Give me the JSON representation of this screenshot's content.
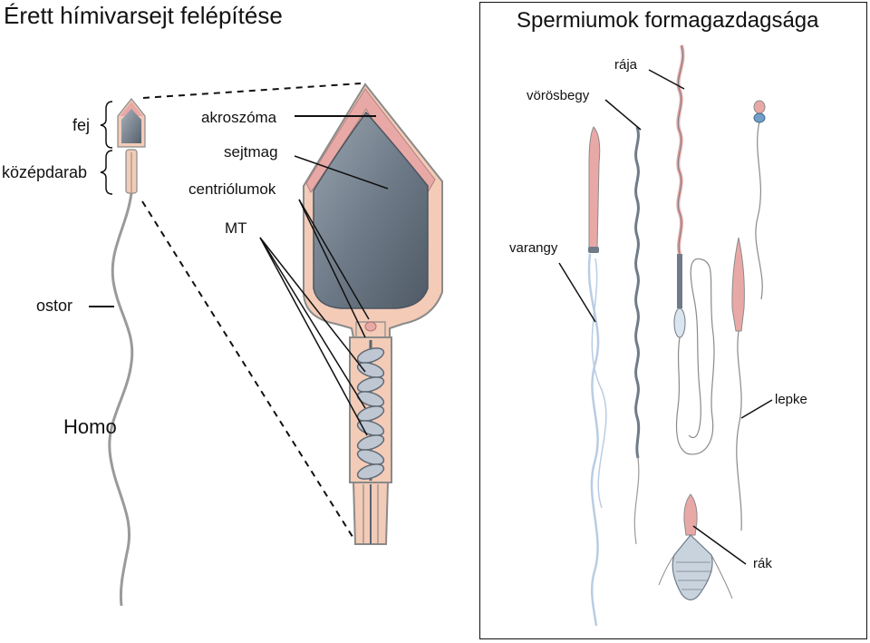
{
  "left_panel": {
    "title": "Érett hímivarsejt felépítése",
    "labels": {
      "fej": "fej",
      "kozepdarab": "középdarab",
      "ostor": "ostor",
      "homo": "Homo",
      "akroszoma": "akroszóma",
      "sejtmag": "sejtmag",
      "centriolumok": "centriólumok",
      "mt": "MT"
    }
  },
  "right_panel": {
    "title": "Spermiumok formagazdagsága",
    "labels": {
      "raja": "rája",
      "vorosbegy": "vörösbegy",
      "varangy": "varangy",
      "lepke": "lepke",
      "rak": "rák"
    }
  },
  "colors": {
    "acrosome": "#e8a9a6",
    "sheath": "#f3cbb7",
    "nucleus": "#737f8c",
    "outline": "#8a8a8a",
    "tail_blue": "#b9cde3",
    "line": "#111111"
  }
}
